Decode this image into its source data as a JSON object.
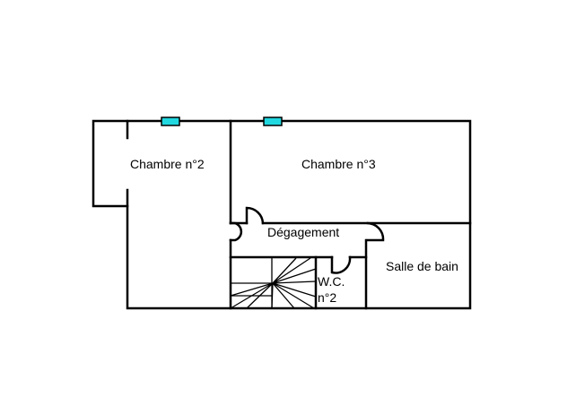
{
  "rooms": {
    "chambre2": "Chambre n°2",
    "chambre3": "Chambre n°3",
    "degagement": "Dégagement",
    "salle_de_bain": "Salle de bain",
    "wc_line1": "W.C.",
    "wc_line2": "n°2"
  },
  "colors": {
    "window": "#22d8e0",
    "wall": "#000000"
  }
}
